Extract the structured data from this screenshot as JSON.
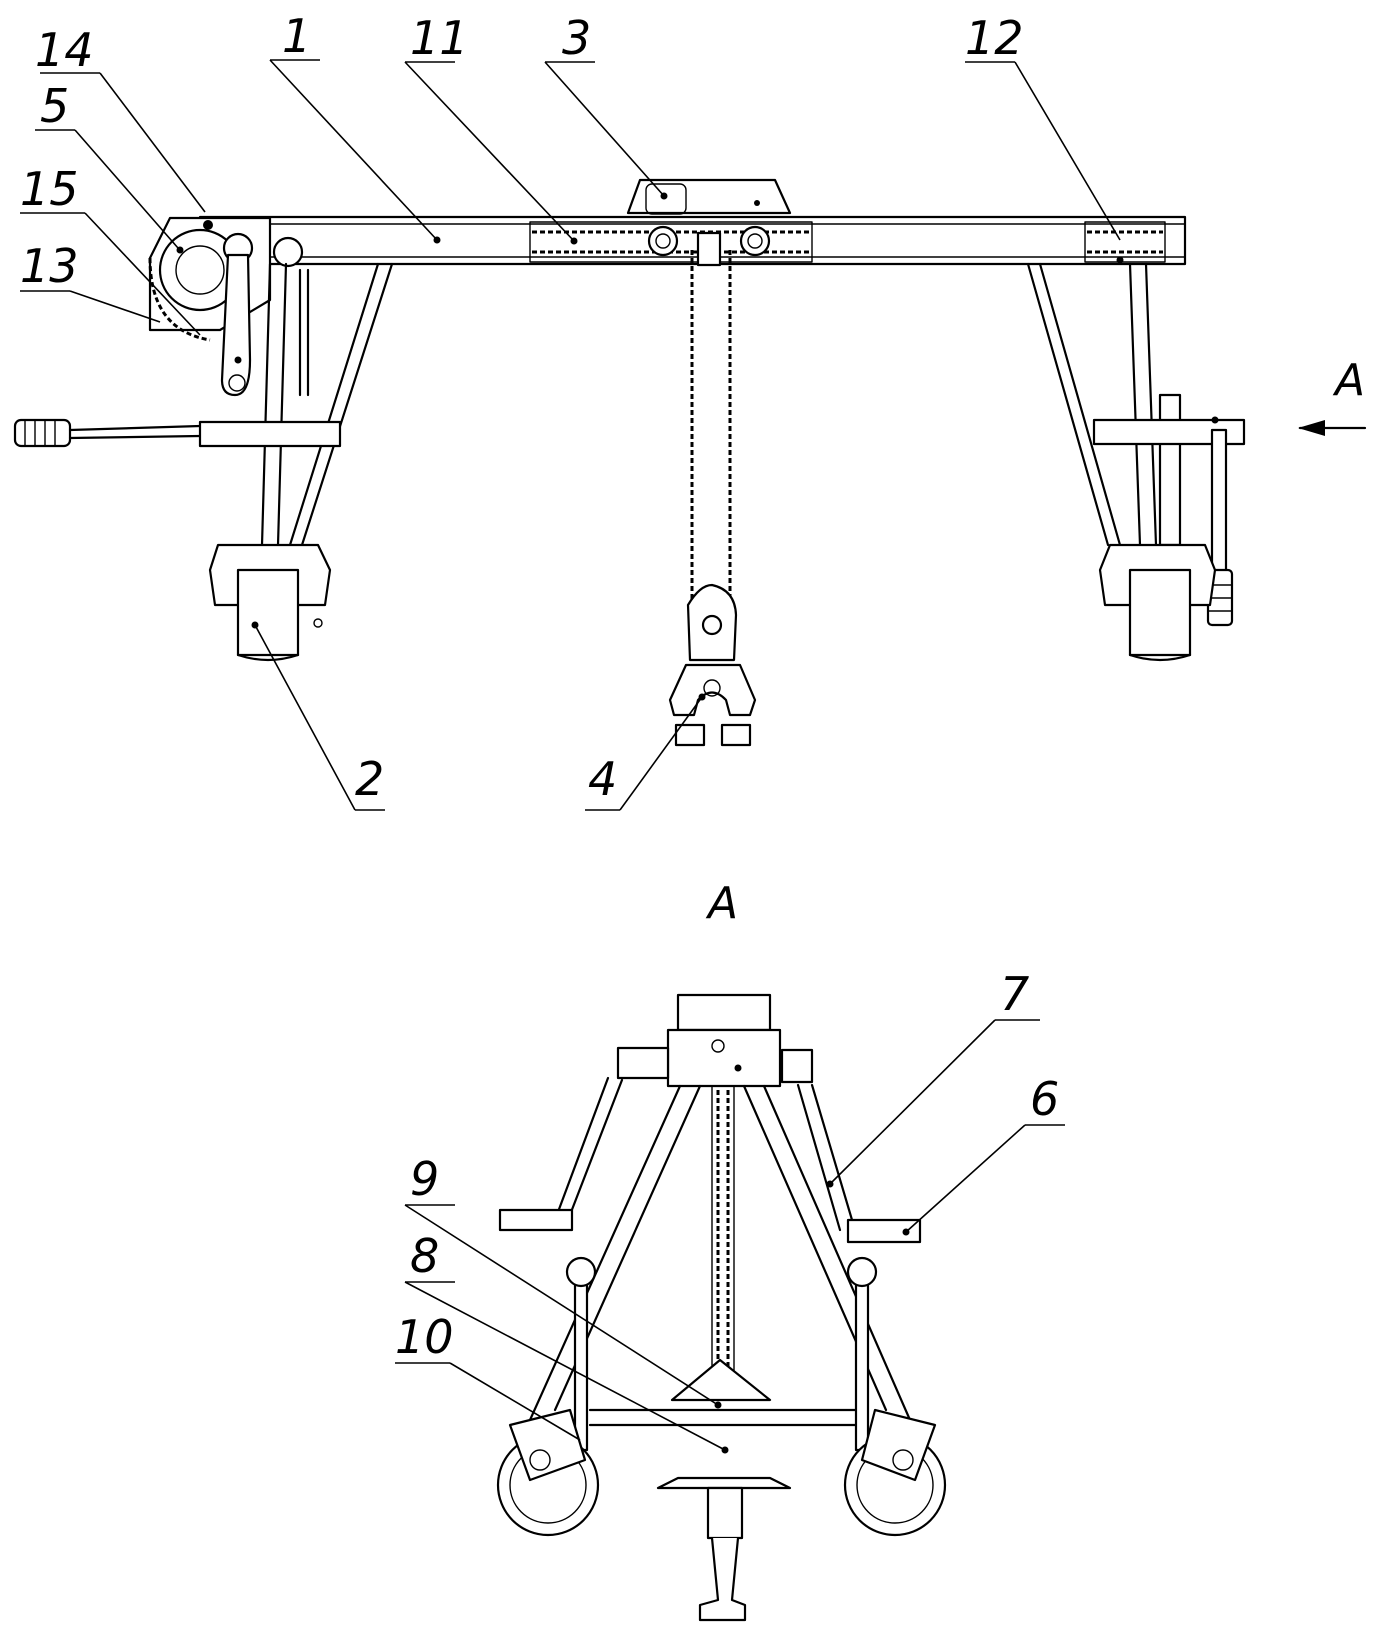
{
  "callouts": {
    "c1": "1",
    "c2": "2",
    "c3": "3",
    "c4": "4",
    "c5": "5",
    "c6": "6",
    "c7": "7",
    "c8": "8",
    "c9": "9",
    "c10": "10",
    "c11": "11",
    "c12": "12",
    "c13": "13",
    "c14": "14",
    "c15": "15"
  },
  "view_arrow_label": "A",
  "section_title": "A"
}
